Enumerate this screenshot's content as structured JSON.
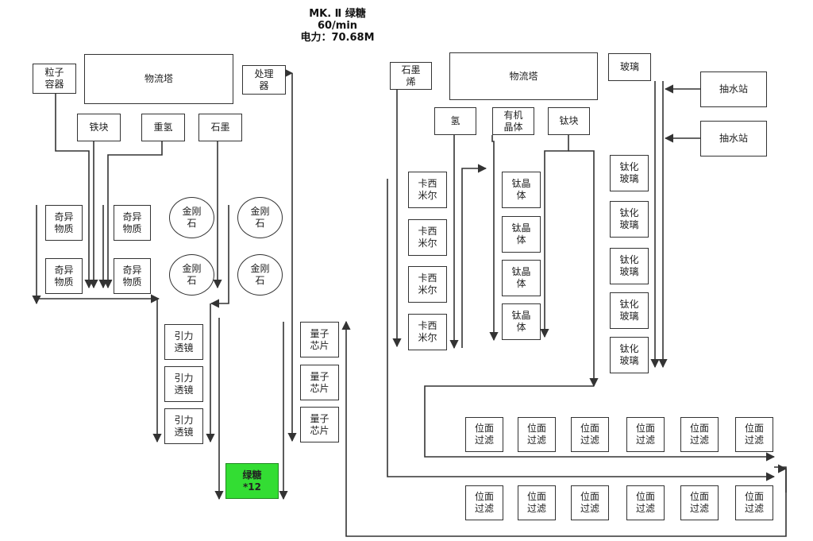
{
  "header": {
    "line1": "MK. Ⅱ  绿糖",
    "line2": "60/min",
    "line3": "电力：70.68M"
  },
  "colors": {
    "output": "#33dd33",
    "wire": "#333333"
  },
  "left": {
    "particle_container": "粒子\n容器",
    "logistics_tower": "物流塔",
    "processor": "处理\n器",
    "iron_block": "铁块",
    "deuterium": "重氢",
    "graphite": "石墨",
    "strange_matter": [
      "奇异\n物质",
      "奇异\n物质",
      "奇异\n物质",
      "奇异\n物质"
    ],
    "diamond": [
      "金刚\n石",
      "金刚\n石",
      "金刚\n石",
      "金刚\n石"
    ],
    "grav_lens": [
      "引力\n透镜",
      "引力\n透镜",
      "引力\n透镜"
    ],
    "quantum_chip": [
      "量子\n芯片",
      "量子\n芯片",
      "量子\n芯片"
    ],
    "output": "绿糖\n*12"
  },
  "right": {
    "graphene": "石墨\n烯",
    "logistics_tower": "物流塔",
    "glass": "玻璃",
    "pump": [
      "抽水站",
      "抽水站"
    ],
    "hydrogen": "氢",
    "organic_crystal": "有机\n晶体",
    "titanium_block": "钛块",
    "casimir": [
      "卡西\n米尔",
      "卡西\n米尔",
      "卡西\n米尔",
      "卡西\n米尔"
    ],
    "titanium_crystal": [
      "钛晶\n体",
      "钛晶\n体",
      "钛晶\n体",
      "钛晶\n体"
    ],
    "titanium_glass": [
      "钛化\n玻璃",
      "钛化\n玻璃",
      "钛化\n玻璃",
      "钛化\n玻璃",
      "钛化\n玻璃"
    ],
    "filter_row1": [
      "位面\n过滤",
      "位面\n过滤",
      "位面\n过滤",
      "位面\n过滤",
      "位面\n过滤",
      "位面\n过滤"
    ],
    "filter_row2": [
      "位面\n过滤",
      "位面\n过滤",
      "位面\n过滤",
      "位面\n过滤",
      "位面\n过滤",
      "位面\n过滤"
    ]
  }
}
